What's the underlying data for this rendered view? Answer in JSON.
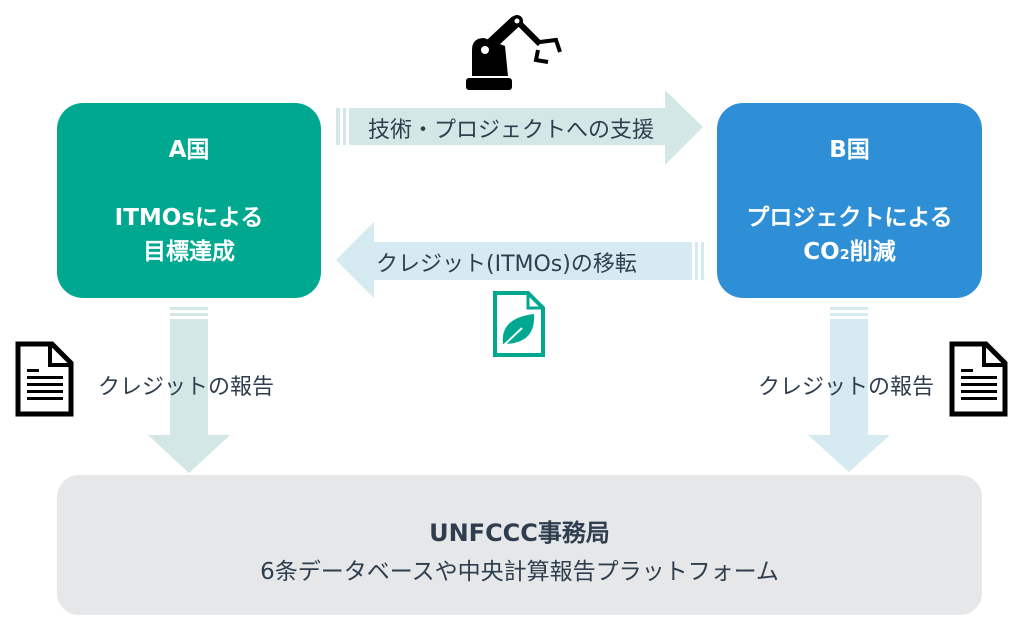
{
  "country_a": {
    "title": "A国",
    "line1": "ITMOsによる",
    "line2": "目標達成"
  },
  "country_b": {
    "title": "B国",
    "line1": "プロジェクトによる",
    "line2": "CO₂削減"
  },
  "arrow_support": {
    "label": "技術・プロジェクトへの支援"
  },
  "arrow_transfer": {
    "label": "クレジット(ITMOs)の移転"
  },
  "report_left": {
    "label": "クレジットの報告"
  },
  "report_right": {
    "label": "クレジットの報告"
  },
  "secretariat": {
    "title": "UNFCCC事務局",
    "subtitle": "6条データベースや中央計算報告プラットフォーム"
  },
  "icons": [
    "robot-arm-icon",
    "leaf-document-icon",
    "document-icon"
  ],
  "colors": {
    "country_a": "#00a88f",
    "country_b": "#2e8fd6",
    "secretariat": "#e6e7e8",
    "text": "#2f3e4e"
  }
}
